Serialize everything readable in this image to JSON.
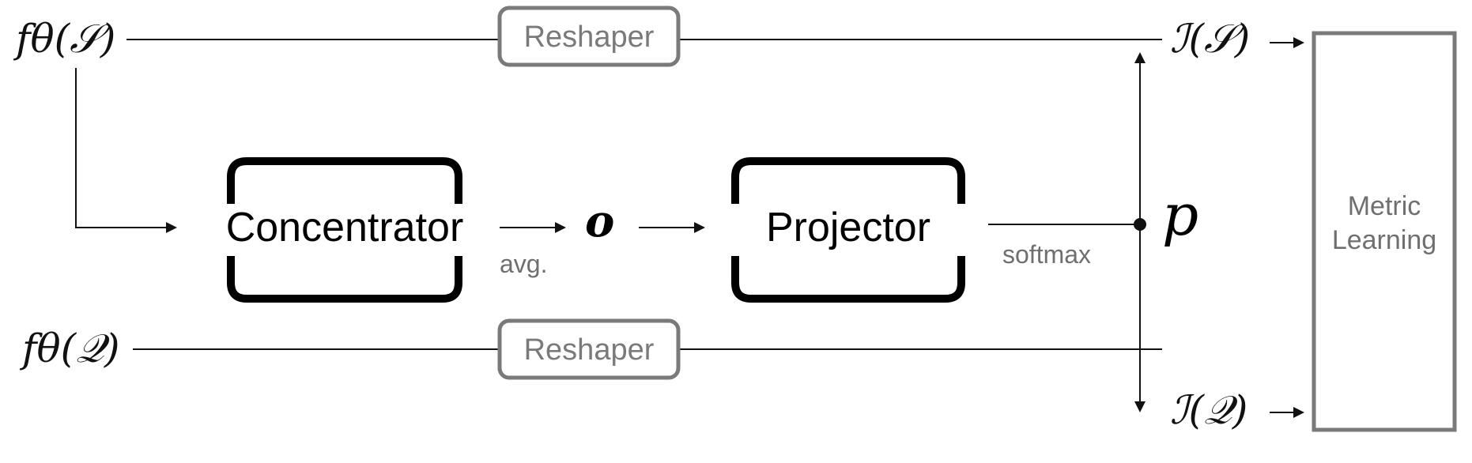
{
  "labels": {
    "f_s": "fθ(𝒮)",
    "f_q": "fθ(𝒬)",
    "i_s": "ℐ(𝒮)",
    "i_q": "ℐ(𝒬)",
    "p": "p",
    "o": "o",
    "avg": "avg.",
    "softmax": "softmax"
  },
  "blocks": {
    "reshaper_top": "Reshaper",
    "reshaper_bottom": "Reshaper",
    "concentrator": "Concentrator",
    "projector": "Projector",
    "metric_line1": "Metric",
    "metric_line2": "Learning"
  },
  "colors": {
    "line": "#111111",
    "grey_box": "#7a7a7a",
    "black_box": "#000000"
  }
}
